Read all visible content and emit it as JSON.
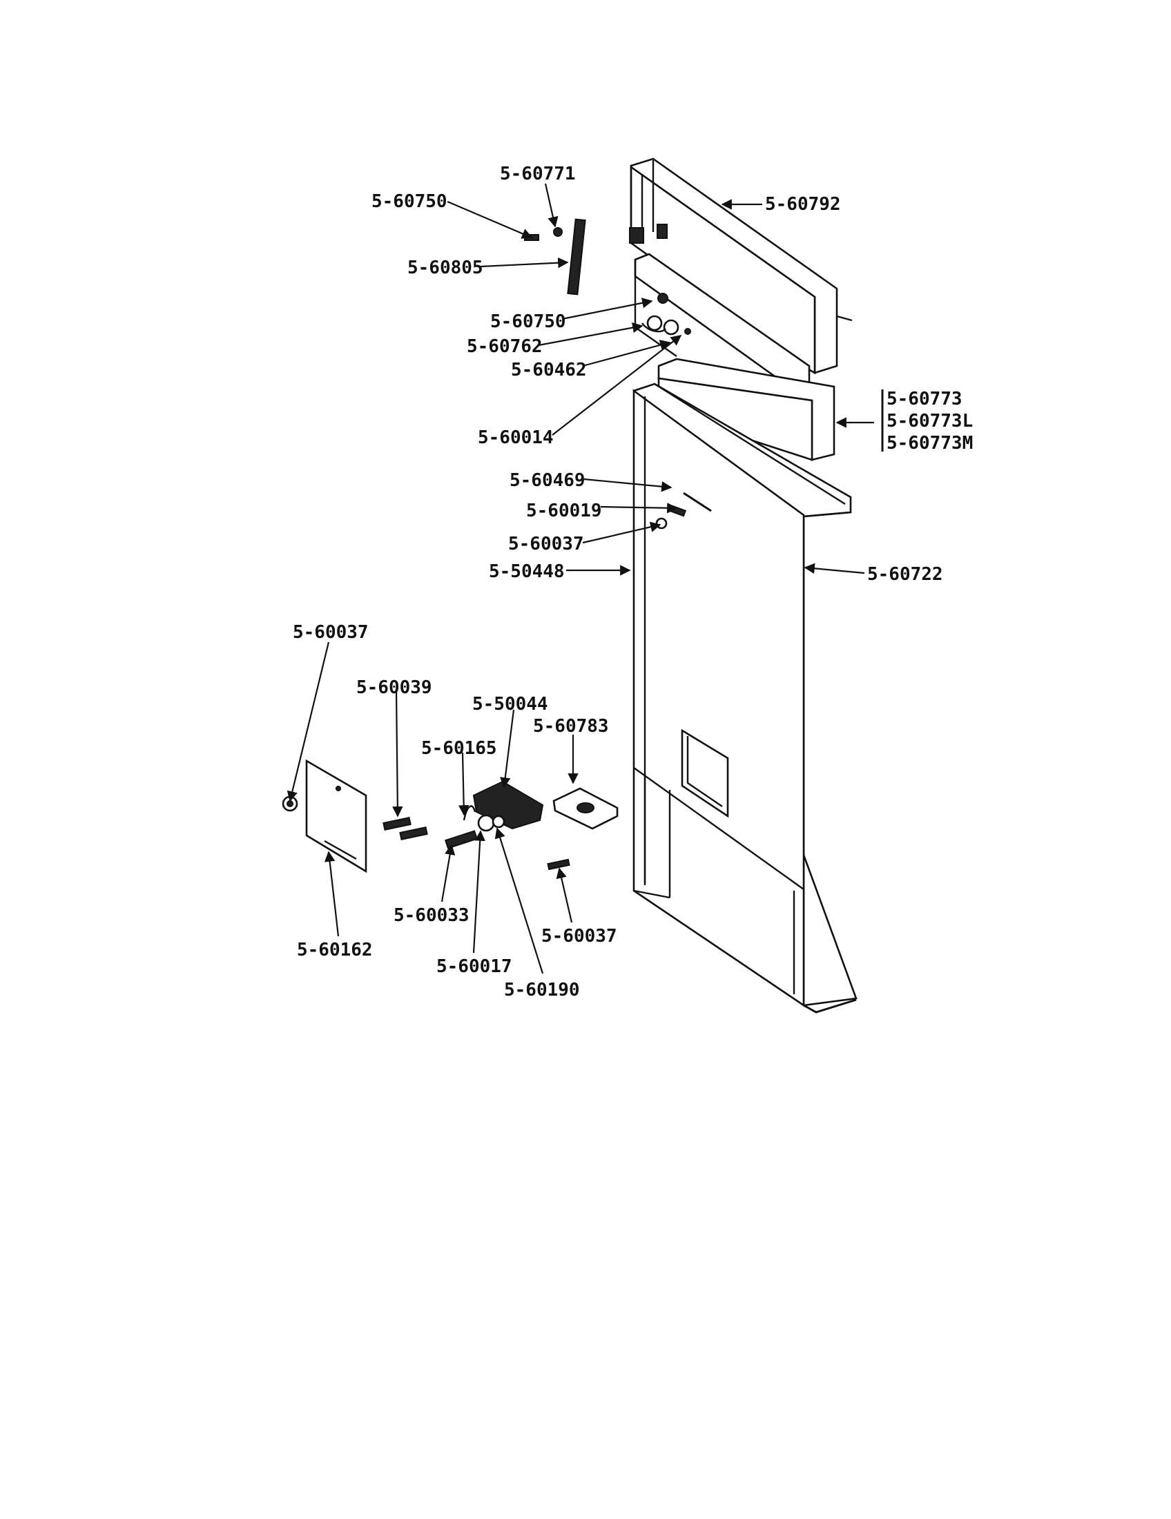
{
  "labels": {
    "p60771": "5-60771",
    "p60750a": "5-60750",
    "p60792": "5-60792",
    "p60805": "5-60805",
    "p60750b": "5-60750",
    "p60762": "5-60762",
    "p60462": "5-60462",
    "p60773": "5-60773",
    "p60773L": "5-60773L",
    "p60773M": "5-60773M",
    "p60014": "5-60014",
    "p60469": "5-60469",
    "p60019": "5-60019",
    "p60037a": "5-60037",
    "p50448": "5-50448",
    "p60722": "5-60722",
    "p60037b": "5-60037",
    "p60039": "5-60039",
    "p50044": "5-50044",
    "p60783": "5-60783",
    "p60165": "5-60165",
    "p60033": "5-60033",
    "p60037c": "5-60037",
    "p60162": "5-60162",
    "p60017": "5-60017",
    "p60190": "5-60190"
  }
}
